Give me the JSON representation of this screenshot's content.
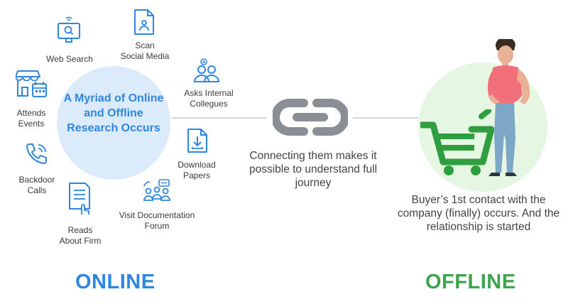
{
  "center": {
    "text": "A Myriad of Online and Offline Research Occurs"
  },
  "activities": {
    "web_search": "Web Search",
    "scan_social_1": "Scan",
    "scan_social_2": "Social Media",
    "asks_internal_1": "Asks Internal",
    "asks_internal_2": "Collegues",
    "download_papers_1": "Download",
    "download_papers_2": "Papers",
    "visit_forum_1": "Visit Documentation",
    "visit_forum_2": "Forum",
    "reads_firm_1": "Reads",
    "reads_firm_2": "About Firm",
    "backdoor_1": "Backdoor",
    "backdoor_2": "Calls",
    "attends_1": "Attends",
    "attends_2": "Events"
  },
  "connector": {
    "text": "Connecting them makes it possible to understand full journey"
  },
  "buyer": {
    "text": "Buyer’s 1st contact with the company (finally) occurs. And the relationship is started"
  },
  "labels": {
    "online": "ONLINE",
    "offline": "OFFLINE"
  },
  "colors": {
    "online_blue": "#2e86de",
    "offline_green": "#3fa34d",
    "link_gray": "#8a8f95",
    "cart_green": "#2e9e3f"
  },
  "icons": [
    "monitor-search-icon",
    "social-media-document-icon",
    "colleagues-icon",
    "download-document-icon",
    "forum-people-icon",
    "document-read-icon",
    "phone-call-icon",
    "event-store-icon",
    "chain-link-icon",
    "shopping-cart-icon",
    "person-illustration"
  ]
}
